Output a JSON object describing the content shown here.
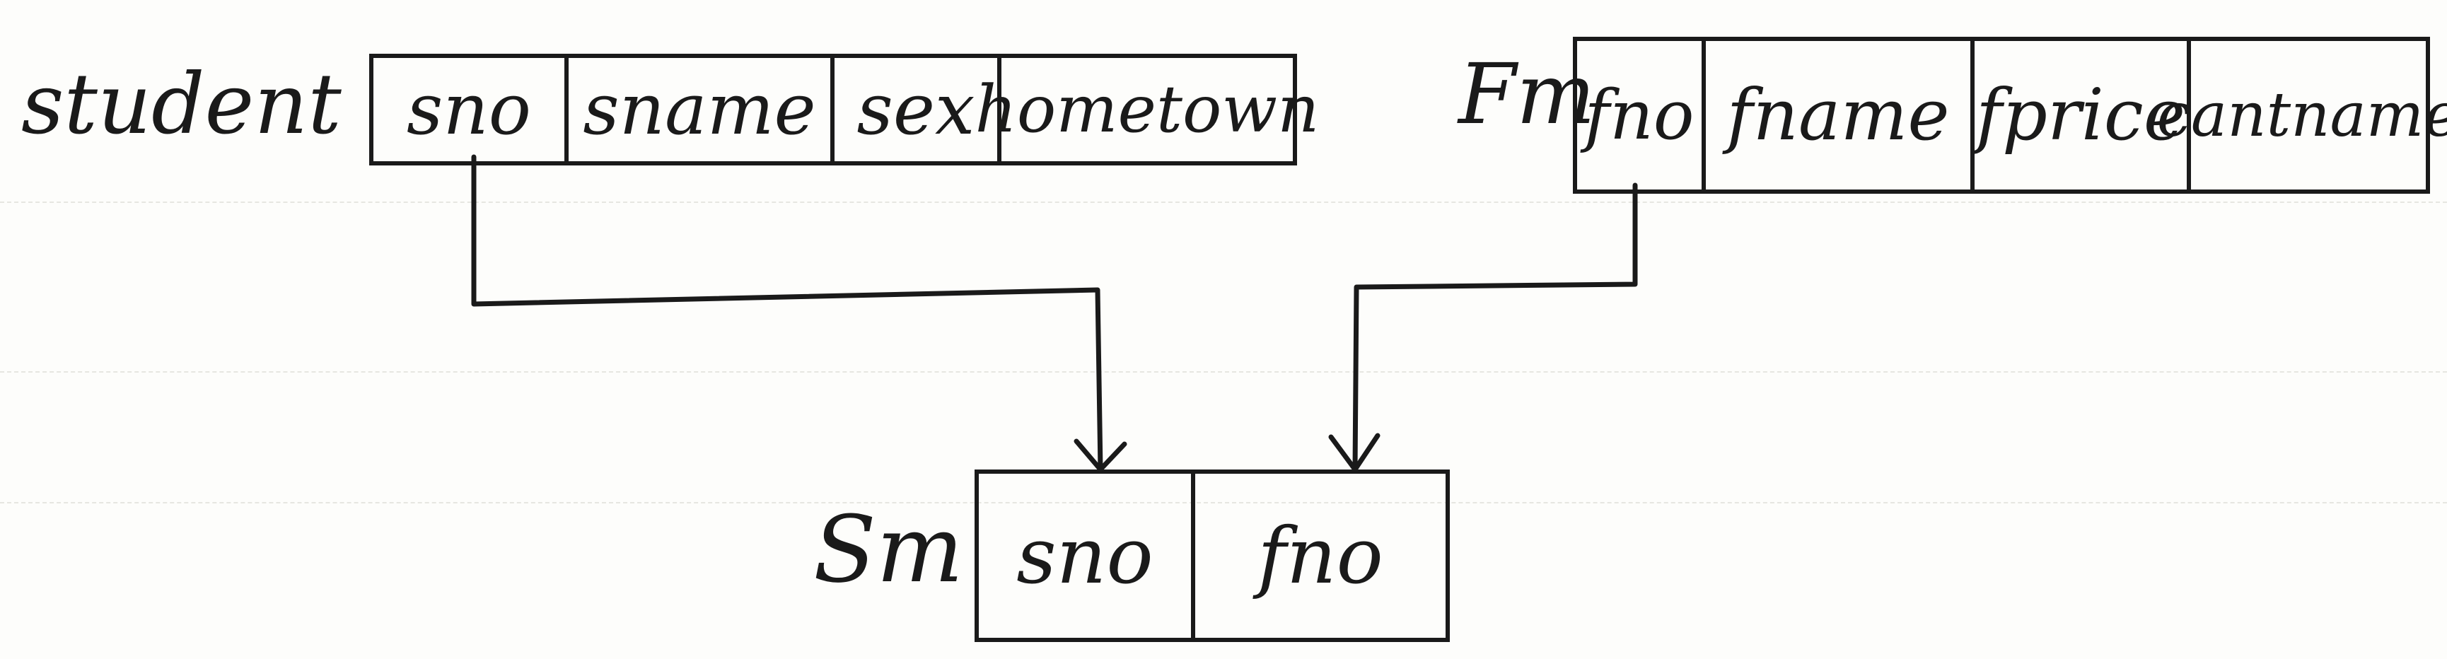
{
  "tables": {
    "student": {
      "name": "student",
      "columns": [
        "sno",
        "sname",
        "sex",
        "hometown"
      ]
    },
    "fm": {
      "name": "Fm",
      "columns": [
        "fno",
        "fname",
        "fprice",
        "cantname"
      ]
    },
    "sm": {
      "name": "Sm",
      "columns": [
        "sno",
        "fno"
      ]
    }
  },
  "relationships": [
    {
      "from": "student.sno",
      "to": "Sm.sno"
    },
    {
      "from": "Fm.fno",
      "to": "Sm.fno"
    }
  ],
  "colors": {
    "ink": "#1a1a1a",
    "paper": "#fdfdfb",
    "rule": "#e6e6e1"
  }
}
